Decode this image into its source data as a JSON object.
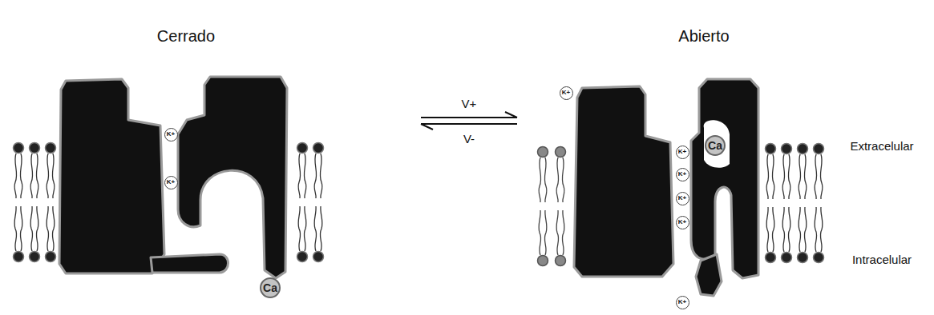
{
  "diagram": {
    "nodes": [
      {
        "text": [
          "K+"
        ]
      },
      {
        "text": [
          "K+"
        ]
      },
      {
        "text": [
          "Ca"
        ]
      },
      {
        "text": [
          "K+"
        ]
      },
      {
        "text": [
          "K+"
        ]
      },
      {
        "text": [
          "K+"
        ]
      },
      {
        "text": [
          "K+"
        ]
      },
      {
        "text": [
          "K+"
        ]
      },
      {
        "text": [
          "K+"
        ]
      },
      {
        "text": [
          "Ca"
        ]
      }
    ],
    "labels": [
      "Cerrado",
      "Abierto",
      "V+",
      "V-",
      "Extracelular",
      "Intracelular"
    ]
  }
}
